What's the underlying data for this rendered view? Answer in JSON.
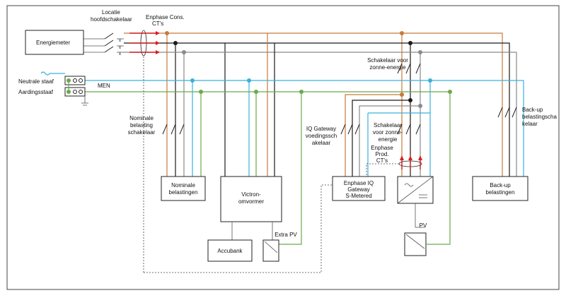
{
  "labels": {
    "energiemeter": "Energiemeter",
    "locatie_line1": "Locatie",
    "locatie_line2": "hoofdschakelaar",
    "enphase_cons_line1": "Enphase Cons.",
    "enphase_cons_line2": "CT's",
    "neutrale": "Neutrale staaf",
    "aardings": "Aardingsstaaf",
    "men": "MEN",
    "nominale_sw_line1": "Nominale",
    "nominale_sw_line2": "belasting",
    "nominale_sw_line3": "schakelaar",
    "nominale_bel_line1": "Nominale",
    "nominale_bel_line2": "belastingen",
    "victron_line1": "Victron-",
    "victron_line2": "omvormer",
    "accubank": "Accubank",
    "extra_pv": "Extra PV",
    "iq_sw_line1": "IQ Gateway",
    "iq_sw_line2": "voedingssch",
    "iq_sw_line3": "akelaar",
    "iq_box_line1": "Enphase IQ",
    "iq_box_line2": "Gateway",
    "iq_box_line3": "S-Metered",
    "zonne_top_line1": "Schakelaar voor",
    "zonne_top_line2": "zonne-energie",
    "zonne_mid_line1": "Schakelaar",
    "zonne_mid_line2": "voor zonne-",
    "zonne_mid_line3": "energie",
    "enphase_prod_line1": "Enphase",
    "enphase_prod_line2": "Prod.",
    "enphase_prod_line3": "CT's",
    "pv": "PV",
    "backup_sw_line1": "Back-up",
    "backup_sw_line2": "belastingscha",
    "backup_sw_line3": "kelaar",
    "backup_bel_line1": "Back-up",
    "backup_bel_line2": "belastingen"
  },
  "colors": {
    "brown": "#c87a3a",
    "black": "#1a1a1a",
    "grey": "#8a8a8a",
    "blue": "#3ab0dc",
    "green": "#6aaa4a",
    "ct_arrow": "#d42020"
  }
}
